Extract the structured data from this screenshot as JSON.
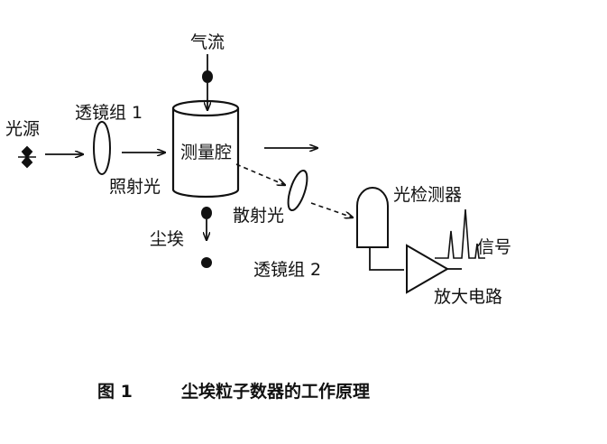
{
  "diagram": {
    "labels": {
      "airflow": "气流",
      "light_source": "光源",
      "lens_group_1": "透镜组 1",
      "measuring_chamber": "测量腔",
      "illumination_light": "照射光",
      "scattered_light": "散射光",
      "dust": "尘埃",
      "lens_group_2": "透镜组 2",
      "photodetector": "光检测器",
      "signal": "信号",
      "amplifier_circuit": "放大电路"
    },
    "caption": {
      "number": "图 1",
      "text": "尘埃粒子数器的工作原理"
    }
  }
}
